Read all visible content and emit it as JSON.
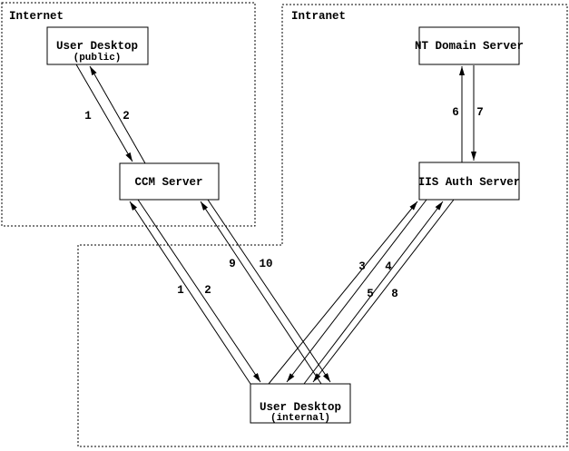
{
  "diagram_title": "CCM / IIS authentication network diagram",
  "colors": {
    "foreground": "#000000",
    "background": "#ffffff"
  },
  "zones": {
    "internet": {
      "label": "Internet"
    },
    "intranet": {
      "label": "Intranet"
    }
  },
  "nodes": {
    "ud_public": {
      "title": "User Desktop",
      "subtitle": "(public)"
    },
    "ccm_server": {
      "title": "CCM Server"
    },
    "nt_domain": {
      "title": "NT Domain Server"
    },
    "iis_auth": {
      "title": "IIS Auth Server"
    },
    "ud_internal": {
      "title": "User Desktop",
      "subtitle": "(internal)"
    }
  },
  "edges": [
    {
      "label": "1",
      "from": "ud_public",
      "to": "ccm_server"
    },
    {
      "label": "2",
      "from": "ccm_server",
      "to": "ud_public"
    },
    {
      "label": "6",
      "from": "iis_auth",
      "to": "nt_domain"
    },
    {
      "label": "7",
      "from": "nt_domain",
      "to": "iis_auth"
    },
    {
      "label": "1",
      "from": "ud_internal",
      "to": "ccm_server"
    },
    {
      "label": "2",
      "from": "ccm_server",
      "to": "ud_internal"
    },
    {
      "label": "9",
      "from": "ud_internal",
      "to": "ccm_server"
    },
    {
      "label": "10",
      "from": "ccm_server",
      "to": "ud_internal"
    },
    {
      "label": "3",
      "from": "ud_internal",
      "to": "iis_auth"
    },
    {
      "label": "4",
      "from": "iis_auth",
      "to": "ud_internal"
    },
    {
      "label": "5",
      "from": "ud_internal",
      "to": "iis_auth"
    },
    {
      "label": "8",
      "from": "iis_auth",
      "to": "ud_internal"
    }
  ]
}
